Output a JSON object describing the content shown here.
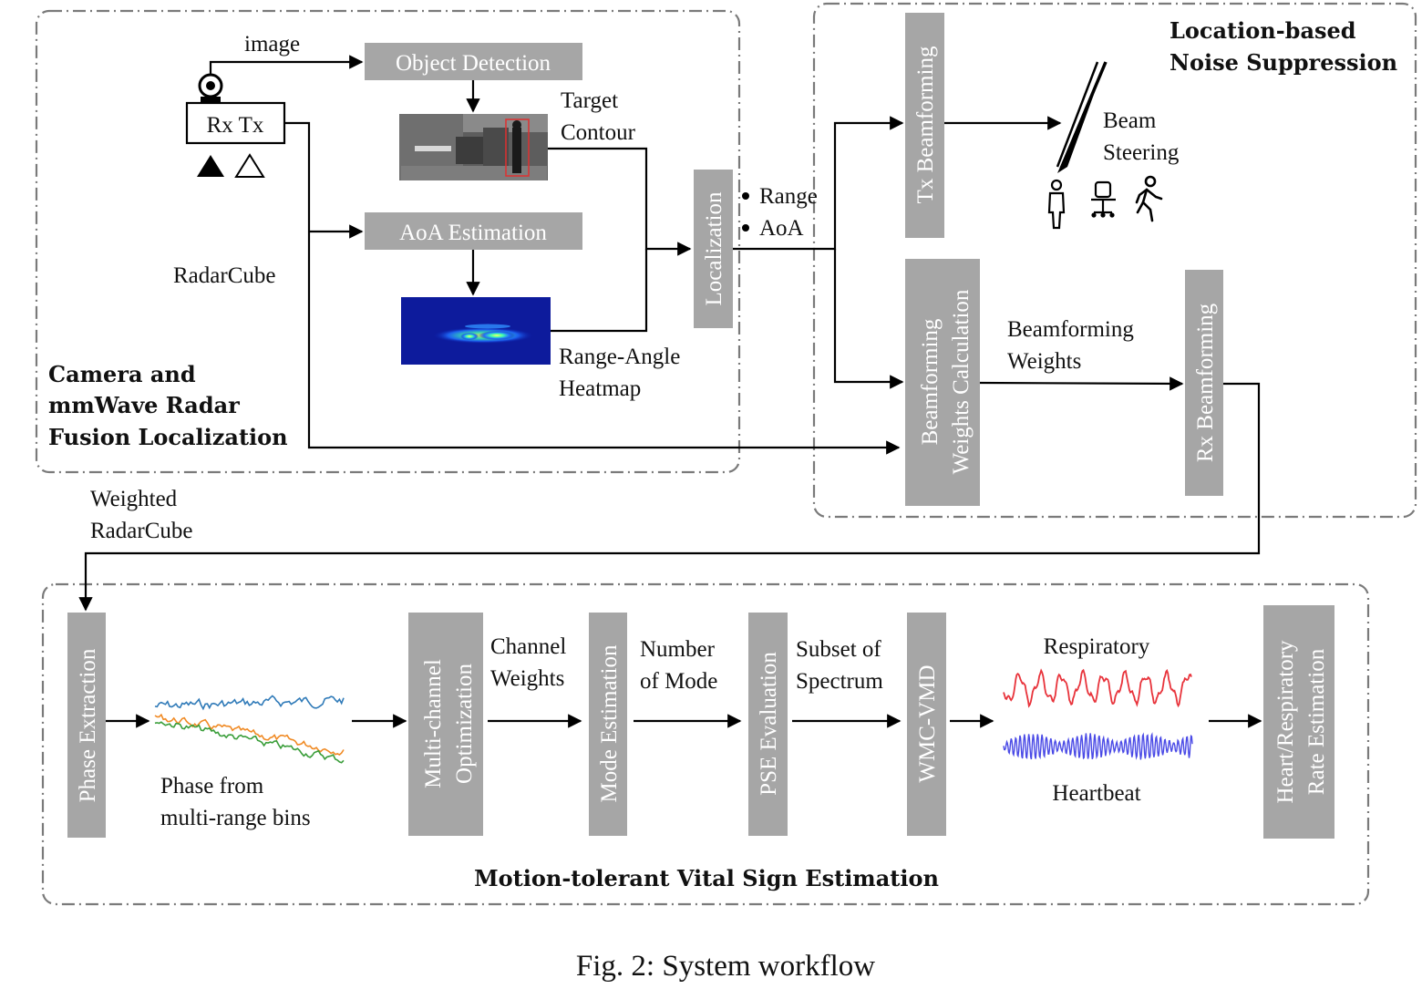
{
  "regions": {
    "fusion": {
      "title_lines": [
        "Camera and",
        "mmWave Radar",
        "Fusion Localization"
      ]
    },
    "noise": {
      "title_lines": [
        "Location-based",
        "Noise Suppression"
      ]
    },
    "vital": {
      "title": "Motion-tolerant Vital Sign Estimation"
    }
  },
  "blocks": {
    "object_detection": "Object Detection",
    "aoa_estimation": "AoA Estimation",
    "localization": "Localization",
    "tx_beamforming": "Tx Beamforming",
    "bw_calc_lines": [
      "Beamforming",
      "Weights Calculation"
    ],
    "rx_beamforming": "Rx Beamforming",
    "phase_extraction": "Phase Extraction",
    "multichannel_lines": [
      "Multi-channel",
      "Optimization"
    ],
    "mode_estimation": "Mode Estimation",
    "pse_evaluation": "PSE Evaluation",
    "wmc_vmd": "WMC-VMD",
    "rate_lines": [
      "Heart/Respiratory",
      "Rate Estimation"
    ]
  },
  "labels": {
    "image": "image",
    "rx_tx": "Rx Tx",
    "radar_cube": "RadarCube",
    "target_contour": [
      "Target",
      "Contour"
    ],
    "range_angle_heatmap": [
      "Range-Angle",
      "Heatmap"
    ],
    "range": "Range",
    "aoa": "AoA",
    "beam_steering": [
      "Beam",
      "Steering"
    ],
    "beamforming_weights": [
      "Beamforming",
      "Weights"
    ],
    "weighted_radar_cube": [
      "Weighted",
      "RadarCube"
    ],
    "phase_from": [
      "Phase from",
      "multi-range bins"
    ],
    "channel_weights": [
      "Channel",
      "Weights"
    ],
    "number_of_mode": [
      "Number",
      "of Mode"
    ],
    "subset_of_spectrum": [
      "Subset of",
      "Spectrum"
    ],
    "respiratory": "Respiratory",
    "heartbeat": "Heartbeat"
  },
  "caption": "Fig. 2: System workflow",
  "colors": {
    "block_fill": "#a6a6a6",
    "frame_stroke": "#7a7a7a",
    "respiratory_wave": "#e8333b",
    "heartbeat_wave": "#4a4ae6",
    "phase_series": [
      "#2f7ab8",
      "#f08a24",
      "#3a9e3a"
    ]
  },
  "icons": [
    "camera-icon",
    "rx-antenna-icon",
    "tx-antenna-icon",
    "standing-person-icon",
    "office-chair-icon",
    "walking-person-icon",
    "beam-steering-icon"
  ]
}
